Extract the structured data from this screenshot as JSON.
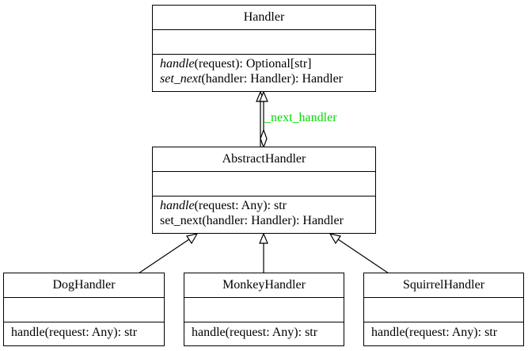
{
  "diagram": {
    "colors": {
      "line": "#000000",
      "label": "#00dd00"
    },
    "classes": {
      "handler": {
        "name": "Handler",
        "operations": [
          {
            "name": "handle",
            "params": "(request): Optional[str]",
            "abstract": true
          },
          {
            "name": "set_next",
            "params": "(handler: Handler): Handler",
            "abstract": true
          }
        ]
      },
      "abstract_handler": {
        "name": "AbstractHandler",
        "operations": [
          {
            "name": "handle",
            "params": "(request: Any): str",
            "abstract": true
          },
          {
            "name": "set_next",
            "params": "(handler: Handler): Handler",
            "abstract": false
          }
        ]
      },
      "dog_handler": {
        "name": "DogHandler",
        "operations": [
          {
            "name": "handle",
            "params": "(request: Any): str",
            "abstract": false
          }
        ]
      },
      "monkey_handler": {
        "name": "MonkeyHandler",
        "operations": [
          {
            "name": "handle",
            "params": "(request: Any): str",
            "abstract": false
          }
        ]
      },
      "squirrel_handler": {
        "name": "SquirrelHandler",
        "operations": [
          {
            "name": "handle",
            "params": "(request: Any): str",
            "abstract": false
          }
        ]
      }
    },
    "relations": {
      "next_handler": {
        "label": "_next_handler",
        "type": "aggregation",
        "from": "AbstractHandler",
        "to": "Handler"
      },
      "inheritance": [
        {
          "from": "AbstractHandler",
          "to": "Handler"
        },
        {
          "from": "DogHandler",
          "to": "AbstractHandler"
        },
        {
          "from": "MonkeyHandler",
          "to": "AbstractHandler"
        },
        {
          "from": "SquirrelHandler",
          "to": "AbstractHandler"
        }
      ]
    }
  }
}
